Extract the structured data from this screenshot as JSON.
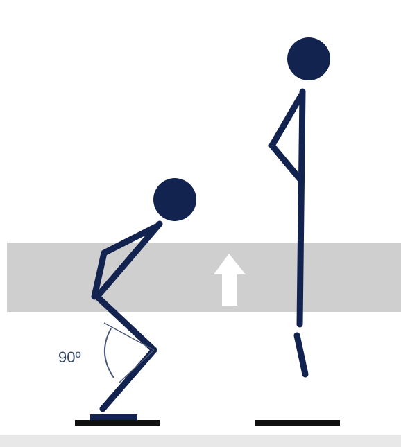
{
  "diagram": {
    "angle_label": "90º",
    "colors": {
      "figure": "#13234f",
      "band": "#cfcfcf",
      "floor_shade": "#e8e8e8",
      "ground": "#111111",
      "arrow": "#ffffff",
      "angle_arc": "#4a5878",
      "background": "#ffffff"
    },
    "icons": {
      "arrow": "up-arrow-icon",
      "left_figure": "squatting-stick-figure",
      "right_figure": "jumping-stick-figure"
    }
  }
}
